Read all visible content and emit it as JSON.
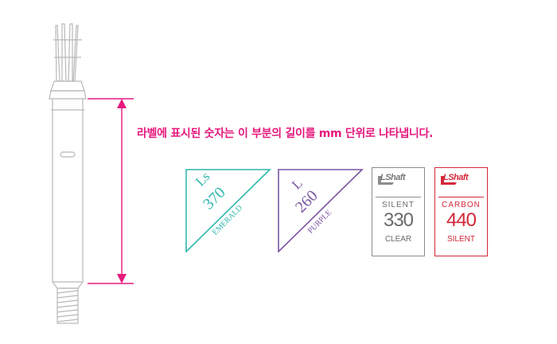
{
  "caption": "라벨에 표시된 숫자는 이 부분의 길이를 mm 단위로 나타냅니다.",
  "colors": {
    "accent": "#e6197d",
    "shaft_outline": "#b8b8b8",
    "emerald": "#2fb8ad",
    "purple": "#7a55a3",
    "clear_box": "#8c8c8c",
    "carbon_box": "#d3273a"
  },
  "icons": {
    "shaft": "shaft-illustration",
    "measure": "double-arrow-icon",
    "logo": "lshaft-logo-icon"
  },
  "labels": [
    {
      "code": "Ls",
      "number": "370",
      "color_name": "EMERALD"
    },
    {
      "code": "L",
      "number": "260",
      "color_name": "PURPLE"
    }
  ],
  "boxes": [
    {
      "brand": "LShaft",
      "line1": "SILENT",
      "number": "330",
      "line2": "CLEAR"
    },
    {
      "brand": "LShaft",
      "line1": "CARBON",
      "number": "440",
      "line2": "SILENT"
    }
  ]
}
